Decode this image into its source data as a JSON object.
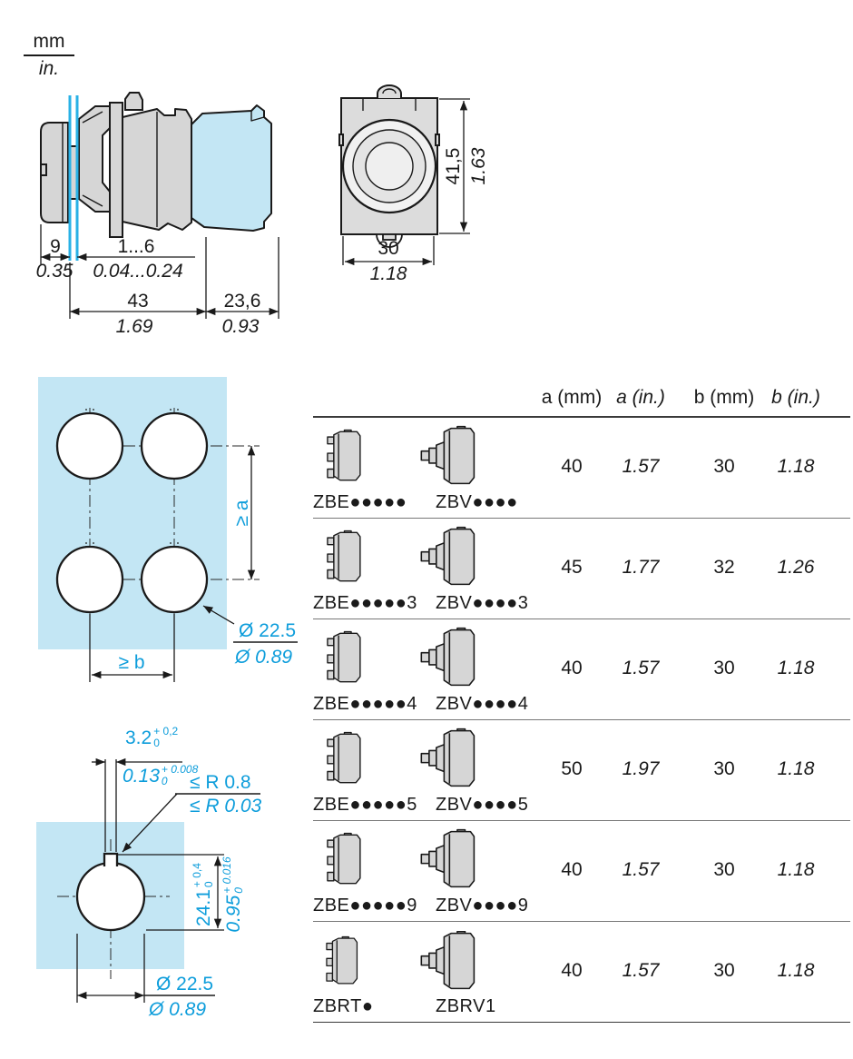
{
  "units": {
    "metric": "mm",
    "imperial": "in."
  },
  "colors": {
    "accent": "#0d9ddb",
    "panel_blue": "#c3e6f4",
    "part_grey": "#d6d6d6"
  },
  "side_view": {
    "cap_depth": {
      "mm": "9",
      "in": "0.35"
    },
    "panel_thickness": {
      "mm": "1...6",
      "in": "0.04...0.24"
    },
    "body_depth": {
      "mm": "43",
      "in": "1.69"
    },
    "block_depth": {
      "mm": "23,6",
      "in": "0.93"
    }
  },
  "front_view": {
    "height": {
      "mm": "41,5",
      "in": "1.63"
    },
    "width": {
      "mm": "30",
      "in": "1.18"
    }
  },
  "multi_cutout": {
    "a_label": "≥ a",
    "b_label": "≥ b",
    "diameter": {
      "mm": "Ø 22.5",
      "in": "Ø 0.89"
    }
  },
  "detail_cutout": {
    "slot_width": {
      "base": "3.2",
      "sup": "+ 0,2",
      "sub": "0"
    },
    "slot_width_in": {
      "base": "0.13",
      "sup": "+ 0.008",
      "sub": "0"
    },
    "radius_mm": "≤ R 0.8",
    "radius_in": "≤ R 0.03",
    "depth": {
      "base": "24.1",
      "sup": "+ 0,4",
      "sub": "0"
    },
    "depth_in": {
      "base": "0.95",
      "sup": "+ 0.016",
      "sub": "0"
    },
    "diameter": {
      "mm": "Ø 22.5",
      "in": "Ø 0.89"
    }
  },
  "table": {
    "headers": {
      "a_mm": "a (mm)",
      "a_in": "a (in.)",
      "b_mm": "b (mm)",
      "b_in": "b (in.)"
    },
    "rows": [
      {
        "left": "ZBE●●●●●",
        "right": "ZBV●●●●",
        "a_mm": "40",
        "a_in": "1.57",
        "b_mm": "30",
        "b_in": "1.18"
      },
      {
        "left": "ZBE●●●●●3",
        "right": "ZBV●●●●3",
        "a_mm": "45",
        "a_in": "1.77",
        "b_mm": "32",
        "b_in": "1.26"
      },
      {
        "left": "ZBE●●●●●4",
        "right": "ZBV●●●●4",
        "a_mm": "40",
        "a_in": "1.57",
        "b_mm": "30",
        "b_in": "1.18"
      },
      {
        "left": "ZBE●●●●●5",
        "right": "ZBV●●●●5",
        "a_mm": "50",
        "a_in": "1.97",
        "b_mm": "30",
        "b_in": "1.18"
      },
      {
        "left": "ZBE●●●●●9",
        "right": "ZBV●●●●9",
        "a_mm": "40",
        "a_in": "1.57",
        "b_mm": "30",
        "b_in": "1.18"
      },
      {
        "left": "ZBRT●",
        "right": "ZBRV1",
        "a_mm": "40",
        "a_in": "1.57",
        "b_mm": "30",
        "b_in": "1.18"
      }
    ]
  }
}
